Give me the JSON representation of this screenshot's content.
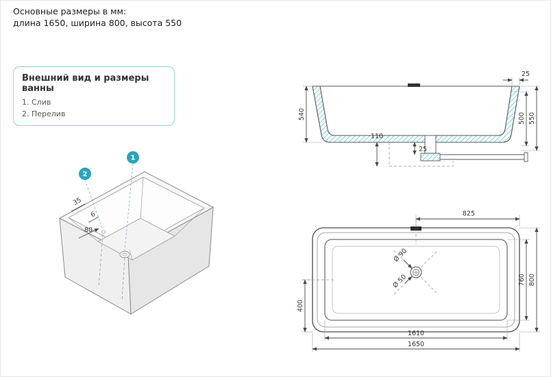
{
  "header": {
    "line1": "Основные размеры в мм:",
    "line2": "длина 1650, ширина 800, высота 550"
  },
  "legend": {
    "title": "Внешний вид и размеры ванны",
    "items": [
      "1. Слив",
      "2. Перелив"
    ]
  },
  "callouts": {
    "drain": "1",
    "overflow": "2"
  },
  "iso_view": {
    "rim_dim_35": "35",
    "rim_dim_6": "6",
    "rim_dim_80": "80"
  },
  "side_view": {
    "lip_width": "25",
    "inner_depth": "540",
    "height_inner": "500",
    "height_total": "550",
    "drain_height": "110",
    "drain_offset": "25"
  },
  "top_view": {
    "half_length": "825",
    "half_width": "400",
    "inner_width": "760",
    "width": "800",
    "inner_length": "1610",
    "length": "1650",
    "drain_flange": "Ø 90",
    "drain_hole": "Ø 50"
  },
  "colors": {
    "accent": "#2fa3ba",
    "hatch": "#58c5da",
    "line": "#4a4a4a",
    "legend_border": "#8fd0de"
  }
}
